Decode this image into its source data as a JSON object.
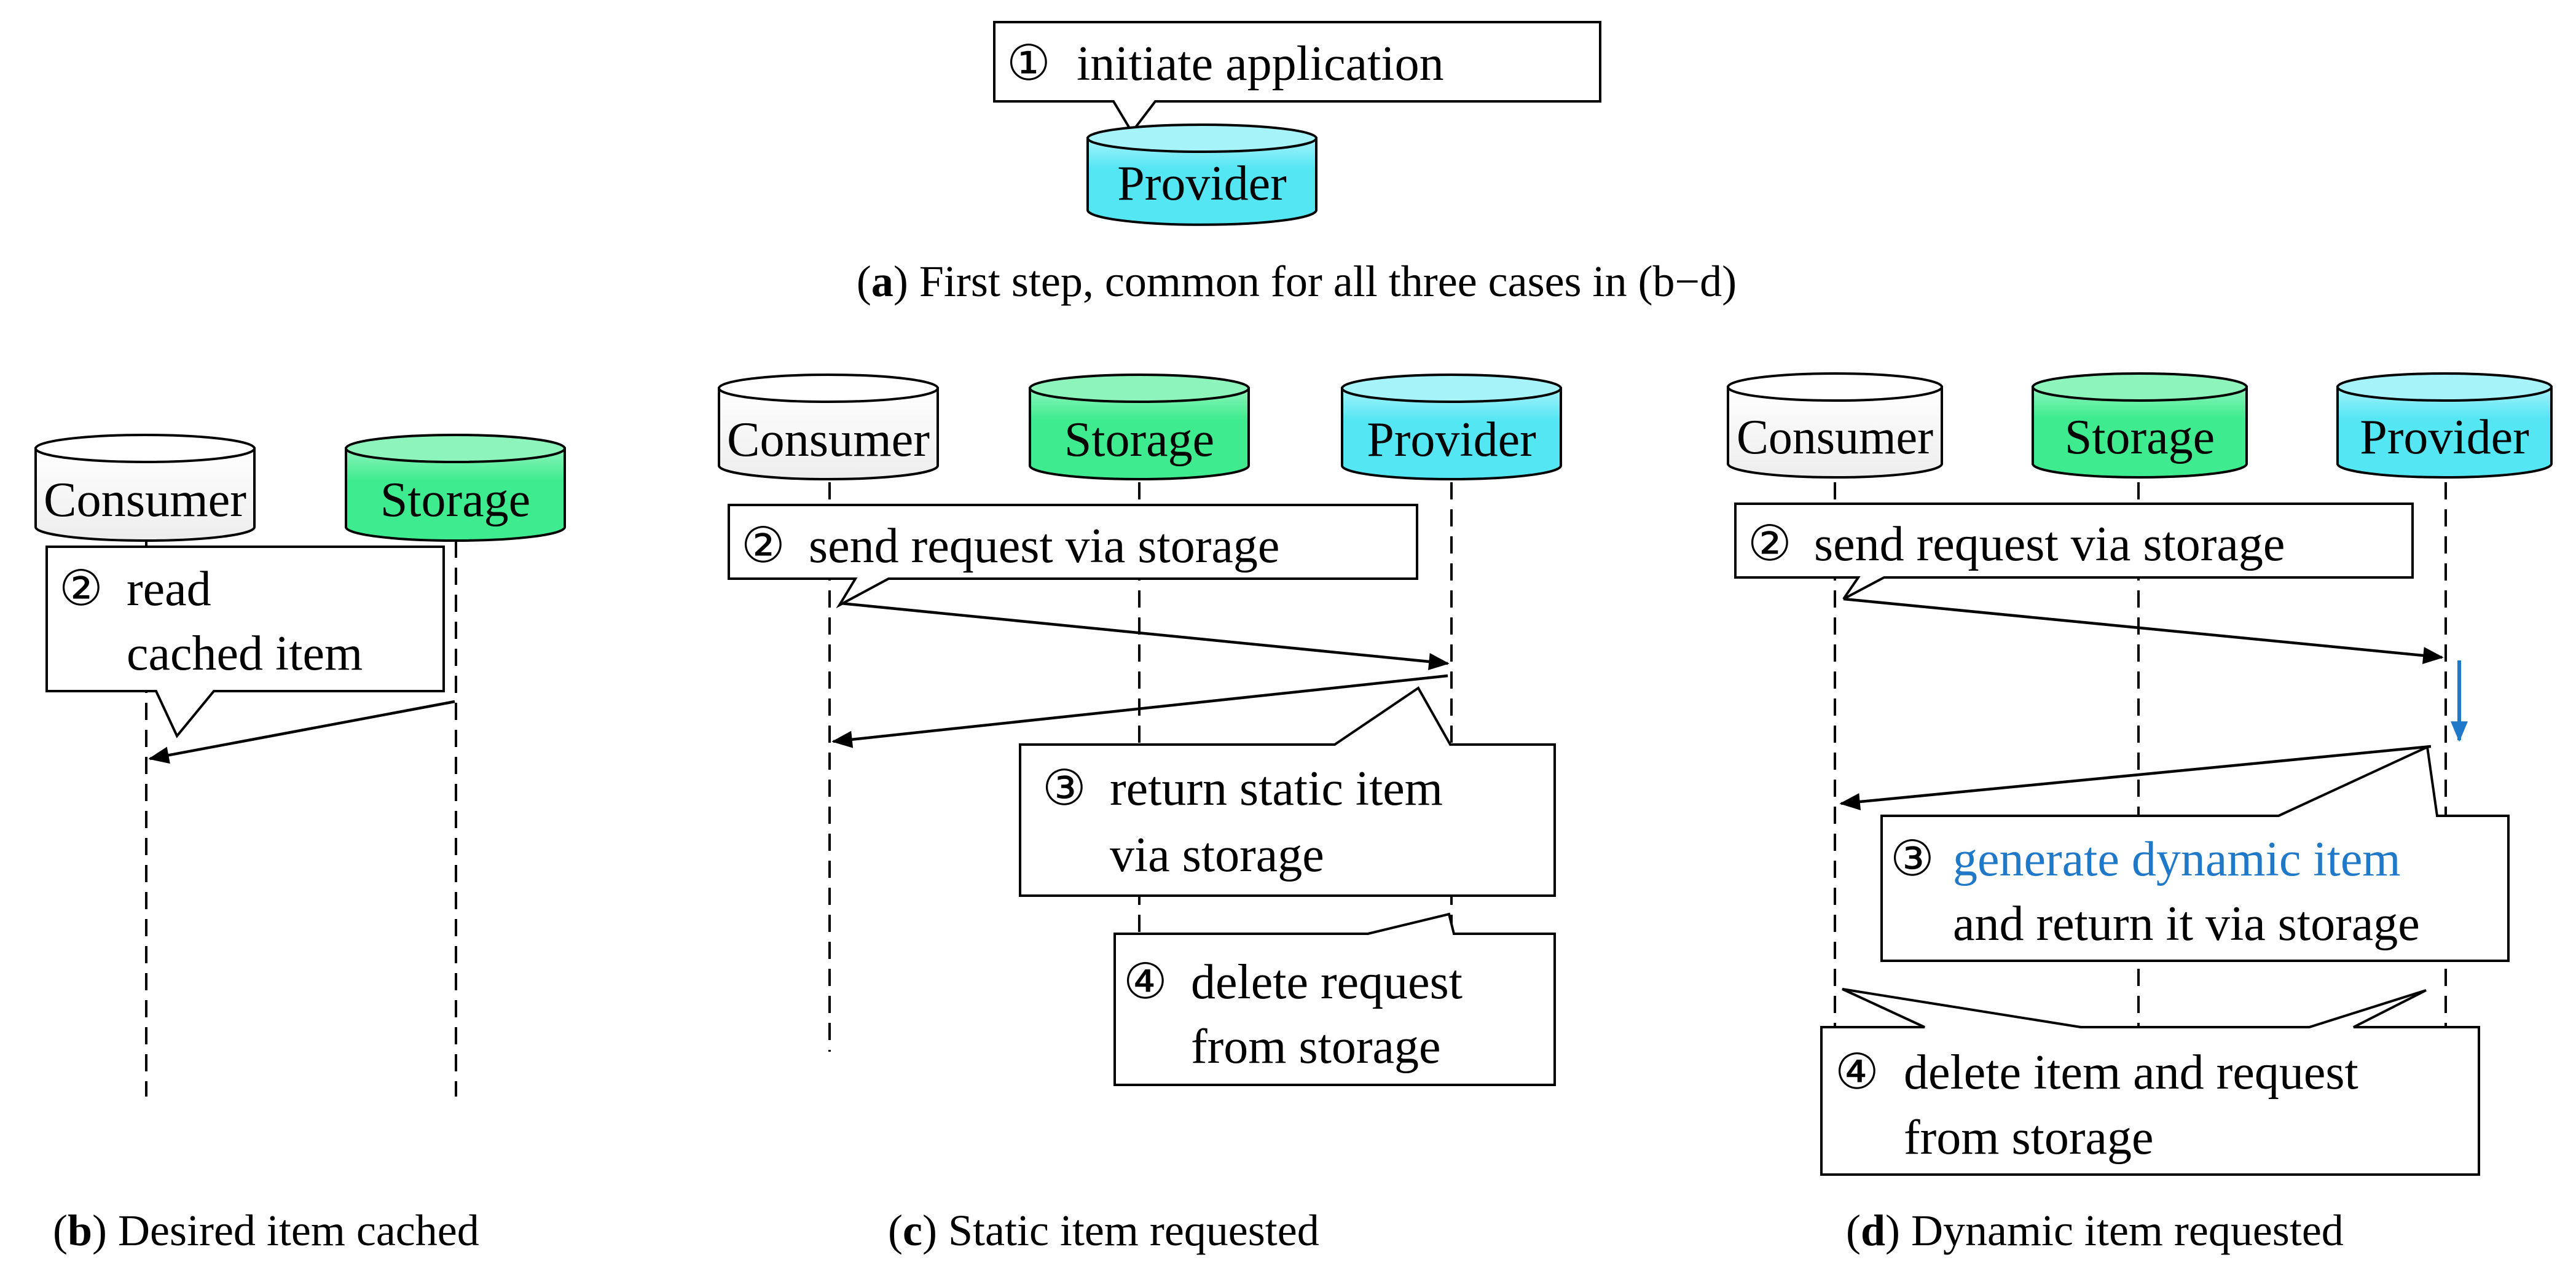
{
  "colors": {
    "provider": "#55E6F4",
    "storage": "#3EEB8F",
    "consumer": "#F2F2F2",
    "accent_blue": "#1F78C8",
    "line": "#000000"
  },
  "panel_a": {
    "actor_provider": "Provider",
    "step1_num": "①",
    "step1_text": "initiate application",
    "caption_letter": "a",
    "caption_open": "(",
    "caption_close": ")",
    "caption_text": " First step, common for all three cases in (b−d)"
  },
  "panel_b": {
    "actor_consumer": "Consumer",
    "actor_storage": "Storage",
    "step2_num": "②",
    "step2_line1": "read",
    "step2_line2": "cached item",
    "caption_letter": "b",
    "caption_open": "(",
    "caption_close": ")",
    "caption_text": " Desired item cached"
  },
  "panel_c": {
    "actor_consumer": "Consumer",
    "actor_storage": "Storage",
    "actor_provider": "Provider",
    "step2_num": "②",
    "step2_text": "send request via storage",
    "step3_num": "③",
    "step3_line1": "return static item",
    "step3_line2": "via storage",
    "step4_num": "④",
    "step4_line1": "delete request",
    "step4_line2": "from storage",
    "caption_letter": "c",
    "caption_open": "(",
    "caption_close": ")",
    "caption_text": " Static item requested"
  },
  "panel_d": {
    "actor_consumer": "Consumer",
    "actor_storage": "Storage",
    "actor_provider": "Provider",
    "step2_num": "②",
    "step2_text": "send request via storage",
    "step3_num": "③",
    "step3_line1": "generate dynamic item",
    "step3_line2": "and return it via storage",
    "step4_num": "④",
    "step4_line1": "delete item and request",
    "step4_line2": "from storage",
    "caption_letter": "d",
    "caption_open": "(",
    "caption_close": ")",
    "caption_text": " Dynamic item requested"
  }
}
